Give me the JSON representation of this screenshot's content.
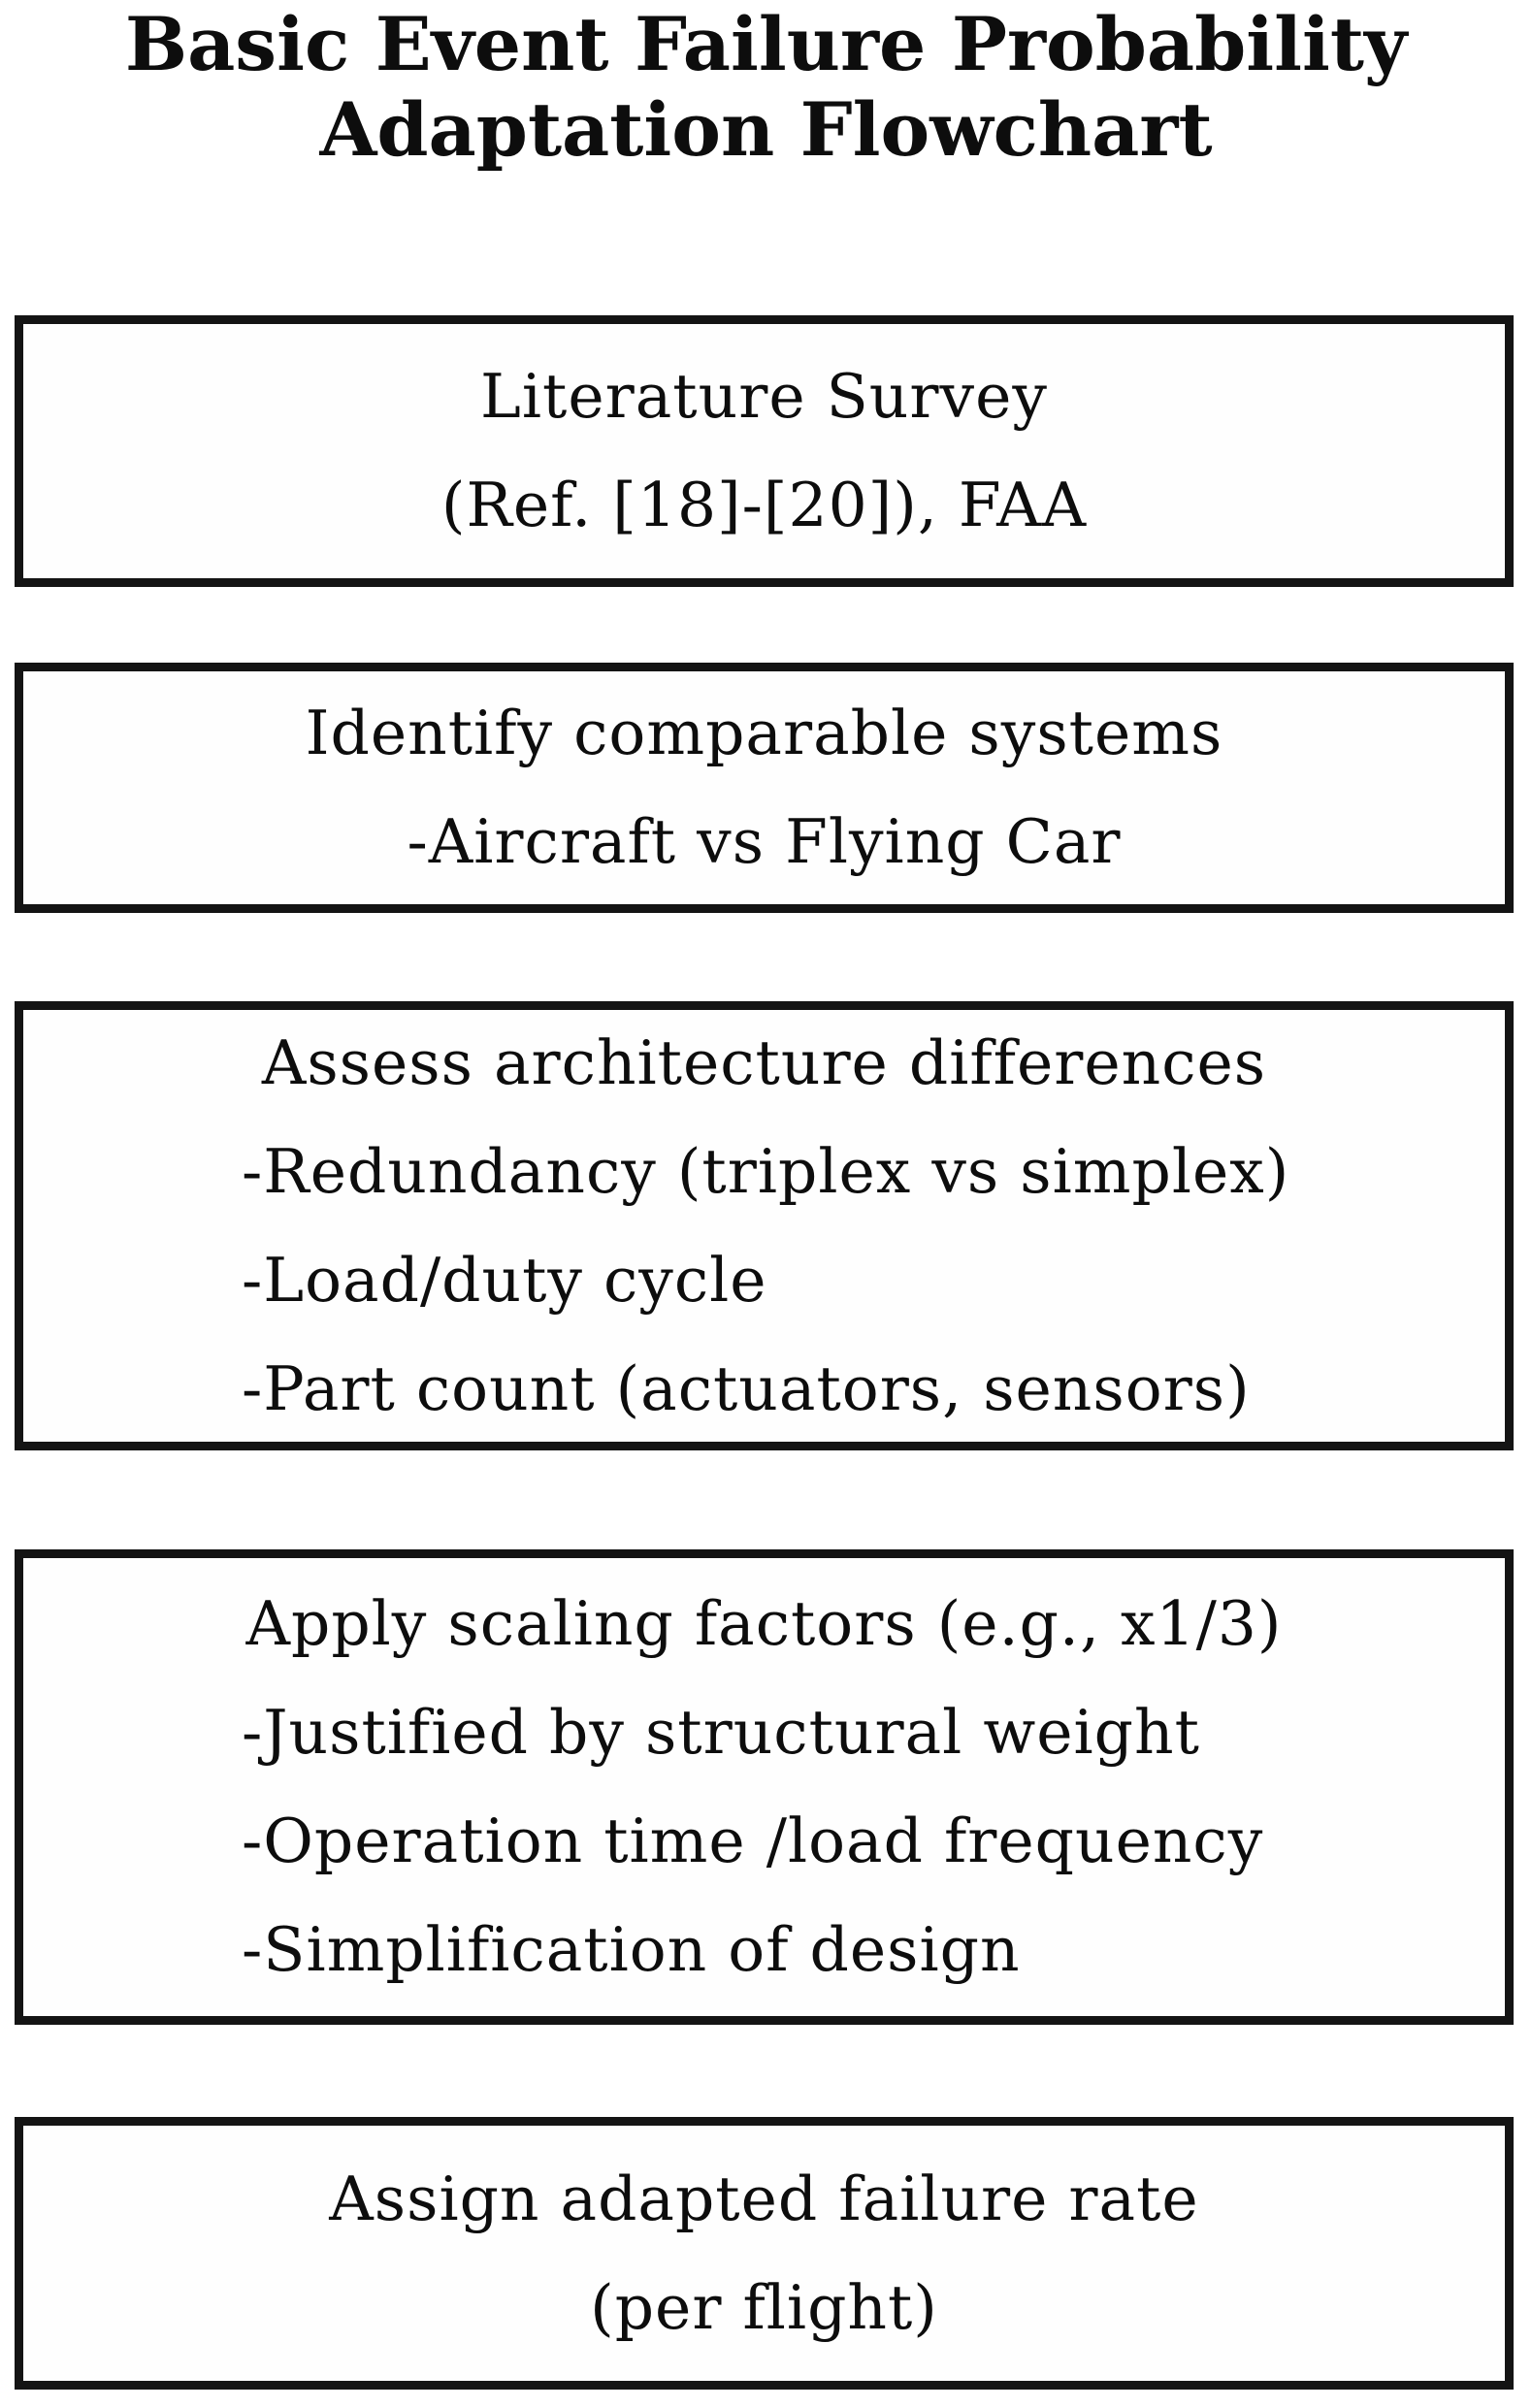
{
  "figure": {
    "title_line1": "Basic Event Failure Probability",
    "title_line2": "Adaptation Flowchart"
  },
  "flowchart": {
    "boxes": [
      {
        "name": "literature-survey",
        "lines": [
          "Literature Survey",
          "(Ref. [18]-[20]), FAA"
        ]
      },
      {
        "name": "identify-comparable-systems",
        "lines": [
          "Identify comparable systems",
          "-Aircraft vs Flying Car"
        ]
      },
      {
        "name": "assess-architecture-differences",
        "lines": [
          "Assess architecture differences",
          "-Redundancy (triplex vs simplex)",
          "-Load/duty cycle",
          "-Part count (actuators, sensors)"
        ]
      },
      {
        "name": "apply-scaling-factors",
        "lines": [
          "Apply scaling factors (e.g., x1/3)",
          "-Justified by structural weight",
          "-Operation time /load frequency",
          "-Simplification of design"
        ]
      },
      {
        "name": "assign-adapted-failure-rate",
        "lines": [
          "Assign adapted failure rate",
          "(per flight)"
        ]
      }
    ]
  },
  "colors": {
    "text": "#0d0d0d",
    "border": "#141414",
    "background": "#ffffff"
  }
}
